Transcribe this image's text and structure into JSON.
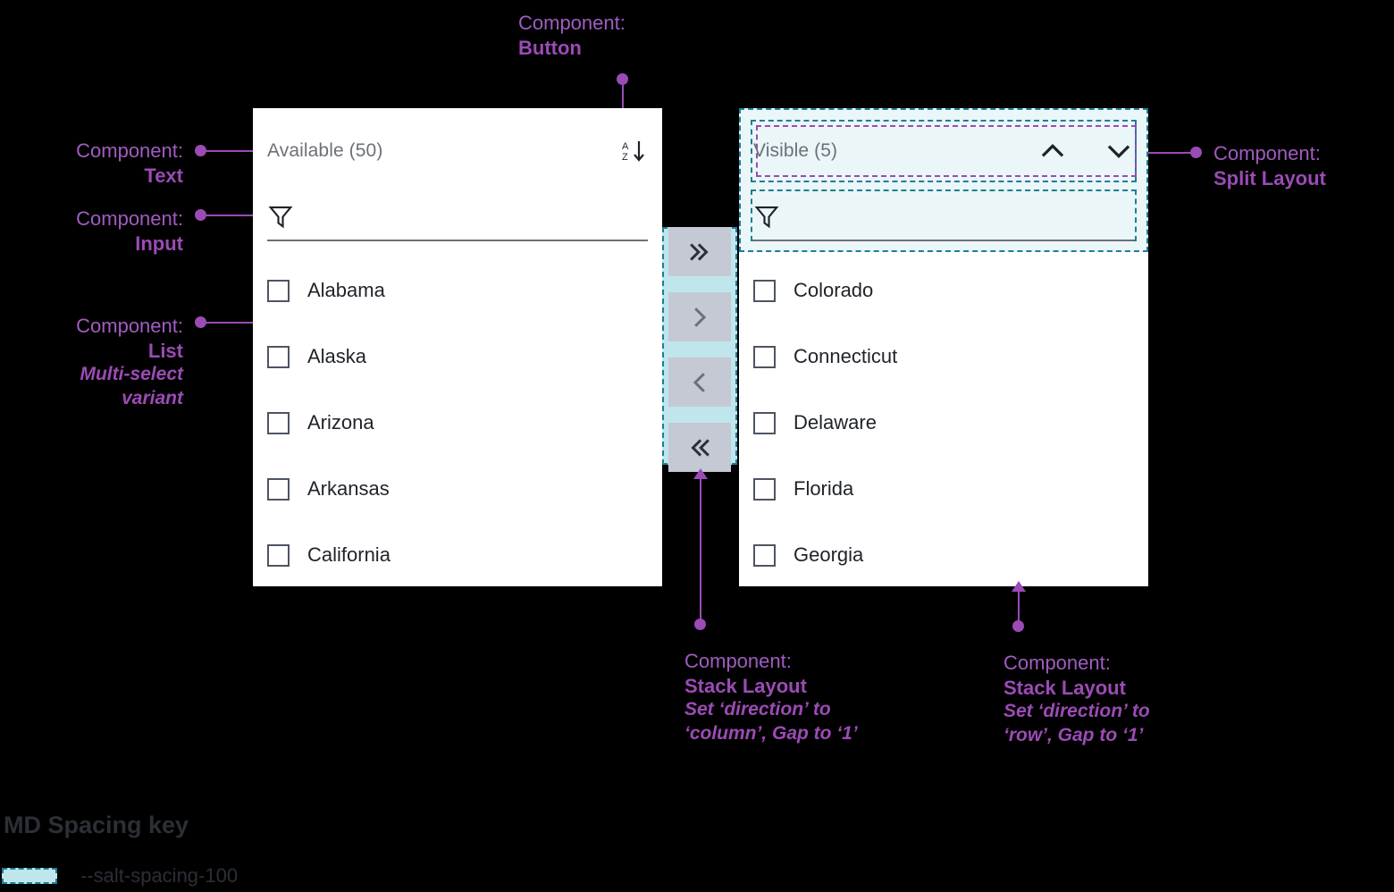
{
  "annotations": {
    "button": {
      "lead": "Component:",
      "name": "Button"
    },
    "text": {
      "lead": "Component:",
      "name": "Text"
    },
    "input": {
      "lead": "Component:",
      "name": "Input"
    },
    "list": {
      "lead": "Component:",
      "name": "List",
      "note1": "Multi-select",
      "note2": "variant"
    },
    "split_layout": {
      "lead": "Component:",
      "name": "Split Layout"
    },
    "stack_column": {
      "lead": "Component:",
      "name": "Stack Layout",
      "note1": "Set ‘direction’ to",
      "note2": "‘column’, Gap to ‘1’"
    },
    "stack_row": {
      "lead": "Component:",
      "name": "Stack Layout",
      "note1": "Set ‘direction’ to",
      "note2": "‘row’, Gap to ‘1’"
    }
  },
  "available_panel": {
    "title": "Available (50)",
    "sort_icon": "sort-az-icon",
    "filter_icon": "filter-funnel-icon",
    "filter_value": "",
    "filter_placeholder": "",
    "items": [
      {
        "label": "Alabama",
        "checked": false
      },
      {
        "label": "Alaska",
        "checked": false
      },
      {
        "label": "Arizona",
        "checked": false
      },
      {
        "label": "Arkansas",
        "checked": false
      },
      {
        "label": "California",
        "checked": false
      }
    ]
  },
  "visible_panel": {
    "title": "Visible (5)",
    "move_up_icon": "chevron-up-icon",
    "move_down_icon": "chevron-down-icon",
    "filter_icon": "filter-funnel-icon",
    "filter_value": "",
    "filter_placeholder": "",
    "items": [
      {
        "label": "Colorado",
        "checked": false
      },
      {
        "label": "Connecticut",
        "checked": false
      },
      {
        "label": "Delaware",
        "checked": false
      },
      {
        "label": "Florida",
        "checked": false
      },
      {
        "label": "Georgia",
        "checked": false
      }
    ]
  },
  "transfer_buttons": [
    {
      "name": "move-all-right-button",
      "icon": "double-chevron-right-icon"
    },
    {
      "name": "move-right-button",
      "icon": "chevron-right-icon"
    },
    {
      "name": "move-left-button",
      "icon": "chevron-left-icon"
    },
    {
      "name": "move-all-left-button",
      "icon": "double-chevron-left-icon"
    }
  ],
  "spacing_key": {
    "title": "MD Spacing key",
    "token": "--salt-spacing-100"
  },
  "colors": {
    "background": "#000000",
    "panel": "#ffffff",
    "annotation": "#9b4bb5",
    "annotation_light": "#a05cc0",
    "spacing_fill": "#bfe6ec",
    "spacing_stroke": "#1d7f93",
    "button_face": "#c4c9d4",
    "title_text": "#6c7079",
    "item_text": "#1f2329"
  }
}
